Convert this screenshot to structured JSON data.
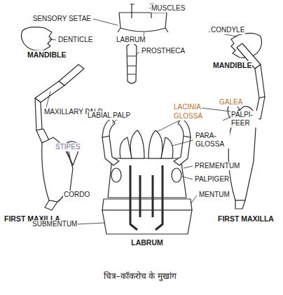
{
  "diagram": {
    "caption": "चित्र–कॉकरोच के मुखांग",
    "labels": [
      "MUSCLES",
      "SENSORY SETAE",
      "DENTICLE",
      "LABRUM",
      "CONDYLE",
      "PROSTHECA",
      "MANDIBLE",
      "MANDIBLE",
      "MAXILLARY PALP",
      "GALEA",
      "LACINIA",
      "PALPI- FEER",
      "GLOSSA",
      "LABIAL PALP",
      "PARA- GLOSSA",
      "STIPES",
      "PREMENTUM",
      "PALPIGER",
      "CORDO",
      "MENTUM",
      "FIRST MAXILLA",
      "FIRST MAXILLA",
      "SUBMENTUM",
      "LABRUM"
    ]
  }
}
